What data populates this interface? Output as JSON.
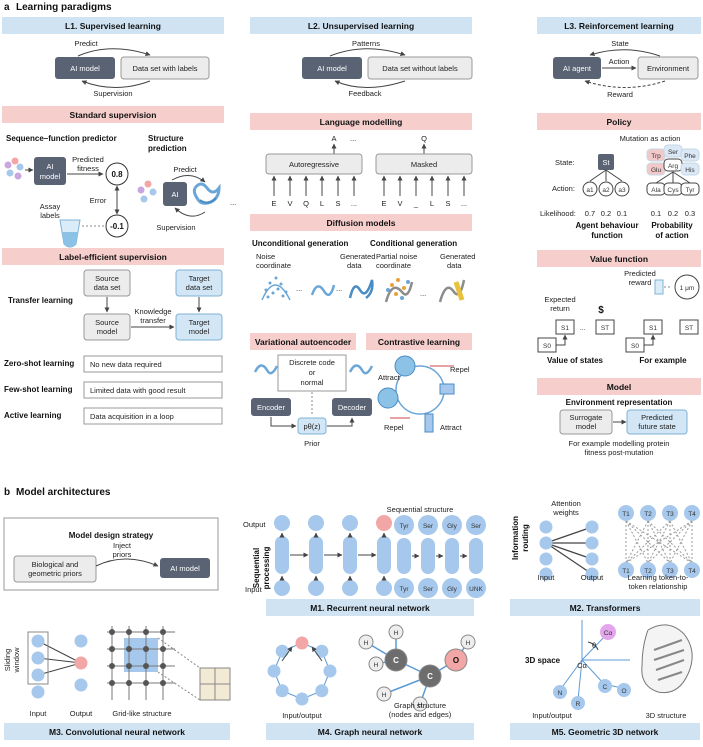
{
  "panel_a": {
    "letter": "a",
    "title": "Learning paradigms",
    "l1": {
      "title": "L1.  Supervised learning",
      "predict": "Predict",
      "model": "AI model",
      "dataset": "Data set with labels",
      "supervision": "Supervision",
      "standard": {
        "title": "Standard supervision",
        "seq_func": "Sequence–function predictor",
        "ai": "AI",
        "model": "model",
        "pred_line1": "Predicted",
        "pred_line2": "fitness",
        "v1": "0.8",
        "error": "Error",
        "v2": "-0.1",
        "assay1": "Assay",
        "assay2": "labels",
        "struct1": "Structure",
        "struct2": "prediction",
        "predict": "Predict",
        "ai2": "AI",
        "supervision": "Supervision",
        "dots": "..."
      },
      "label_eff": {
        "title": "Label-efficient supervision",
        "transfer": "Transfer learning",
        "source_ds1": "Source",
        "source_ds2": "data set",
        "target_ds1": "Target",
        "target_ds2": "data set",
        "know1": "Knowledge",
        "know2": "transfer",
        "source_m1": "Source",
        "source_m2": "model",
        "target_m1": "Target",
        "target_m2": "model",
        "zero": "Zero-shot learning",
        "zero_desc": "No new data required",
        "few": "Few-shot learning",
        "few_desc": "Limited data with good result",
        "active": "Active learning",
        "active_desc": "Data acquisition in a loop"
      }
    },
    "l2": {
      "title": "L2.  Unsupervised learning",
      "patterns": "Patterns",
      "model": "AI model",
      "dataset": "Data set without labels",
      "feedback": "Feedback",
      "lang": {
        "title": "Language modelling",
        "auto": "Autoregressive",
        "masked": "Masked",
        "out_a": "A",
        "out_q": "Q",
        "dots": "...",
        "seq1": [
          "E",
          "V",
          "Q",
          "L",
          "S",
          "..."
        ],
        "seq2": [
          "E",
          "V",
          "_",
          "L",
          "S",
          "..."
        ]
      },
      "diff": {
        "title": "Diffusion models",
        "uncond": "Unconditional generation",
        "cond": "Conditional generation",
        "noise1": "Noise",
        "noise2": "coordinate",
        "gen1": "Generated",
        "gen2": "data",
        "pnoise1": "Partial noise",
        "pnoise2": "coordinate",
        "gen3": "Generated",
        "gen4": "data",
        "dots": "..."
      },
      "vae": {
        "title": "Variational autoencoder",
        "code1": "Discrete code",
        "code2": "or",
        "code3": "normal",
        "encoder": "Encoder",
        "decoder": "Decoder",
        "pz": "pθ(z)",
        "prior": "Prior"
      },
      "contrast": {
        "title": "Contrastive learning",
        "repel1": "Repel",
        "attract1": "Attract",
        "repel2": "Repel",
        "attract2": "Attract"
      }
    },
    "l3": {
      "title": "L3.  Reinforcement learning",
      "state": "State",
      "action": "Action",
      "agent": "AI agent",
      "env": "Environment",
      "reward": "Reward",
      "policy": {
        "title": "Policy",
        "mut": "Mutation as action",
        "state_lbl": "State:",
        "s": "St",
        "action_lbl": "Action:",
        "a1": "a1",
        "a2": "a2",
        "a3": "a3",
        "like_lbl": "Likelihood:",
        "l1": "0.7",
        "l2": "0.2",
        "l3": "0.1",
        "agent_fn1": "Agent behaviour",
        "agent_fn2": "function",
        "aa_top": [
          "Trp",
          "Ser",
          "Phe",
          "Glu",
          "Arg",
          "His"
        ],
        "aa_bot": [
          "Ala",
          "Cys",
          "Tyr"
        ],
        "p1": "0.1",
        "p2": "0.2",
        "p3": "0.3",
        "prob1": "Probability",
        "prob2": "of action"
      },
      "value": {
        "title": "Value function",
        "pred1": "Predicted",
        "pred2": "reward",
        "um": "1 μm",
        "exp1": "Expected",
        "exp2": "return",
        "dollar": "$",
        "s1": "S1",
        "st": "ST",
        "s0": "S0",
        "vstates": "Value of states",
        "example": "For example"
      },
      "model": {
        "title": "Model",
        "env_rep": "Environment representation",
        "surr1": "Surrogate",
        "surr2": "model",
        "pred1": "Predicted",
        "pred2": "future state",
        "desc1": "For example modelling protein",
        "desc2": "fitness post-mutation"
      }
    }
  },
  "panel_b": {
    "letter": "b",
    "title": "Model architectures",
    "design": {
      "title": "Model design strategy",
      "inject1": "Inject",
      "inject2": "priors",
      "bio1": "Biological and",
      "bio2": "geometric priors",
      "ai": "AI model"
    },
    "m1": {
      "output": "Output",
      "input": "Input",
      "seqproc1": "Sequential",
      "seqproc2": "processing",
      "seqstruct": "Sequential structure",
      "top": [
        "Tyr",
        "Ser",
        "Gly",
        "Ser"
      ],
      "bottom": [
        "Tyr",
        "Ser",
        "Gly",
        "UNK"
      ],
      "label": "M1.  Recurrent neural network"
    },
    "m2": {
      "info1": "Information",
      "info2": "routing",
      "attn1": "Attention",
      "attn2": "weights",
      "input": "Input",
      "output": "Output",
      "tokens_top": [
        "T1",
        "T2",
        "T3",
        "T4"
      ],
      "tokens_bot": [
        "T1",
        "T2",
        "T3",
        "T4"
      ],
      "learn1": "Learning token-to-",
      "learn2": "token relationship",
      "label": "M2.  Transformers"
    },
    "m3": {
      "slide1": "Sliding",
      "slide2": "window",
      "input": "Input",
      "output": "Output",
      "grid": "Grid-like structure",
      "label": "M3.  Convolutional neural network"
    },
    "m4": {
      "io": "Input/output",
      "graph1": "Graph structure",
      "graph2": "(nodes and edges)",
      "atoms": [
        "H",
        "H",
        "H",
        "C",
        "C",
        "O",
        "H",
        "H",
        "H"
      ],
      "label": "M4.  Graph neural network"
    },
    "m5": {
      "space": "3D space",
      "theta": "θ",
      "ca_top": "Cα",
      "ca": "Cα",
      "n": "N",
      "r": "R",
      "c": "C",
      "o": "O",
      "io": "Input/output",
      "struct": "3D structure",
      "label": "M5.  Geometric 3D network"
    }
  }
}
